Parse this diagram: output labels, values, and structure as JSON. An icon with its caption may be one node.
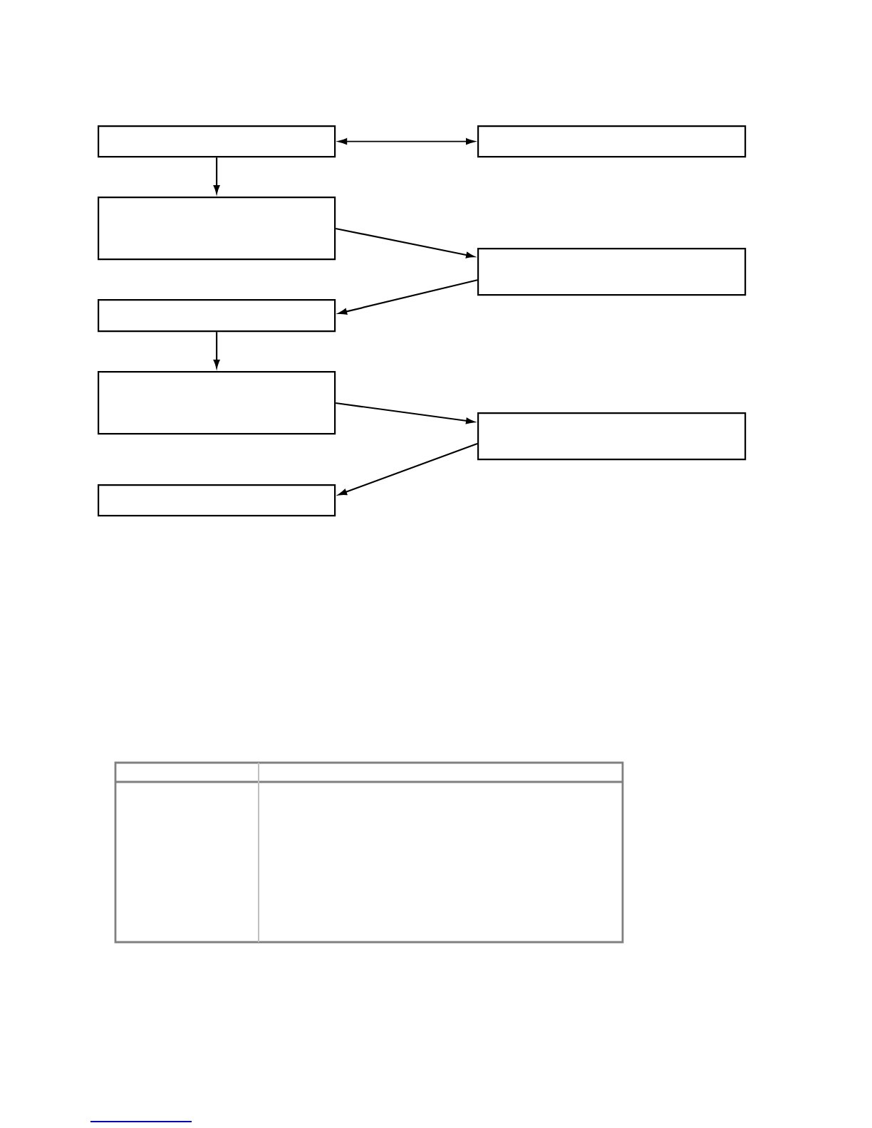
{
  "diagram": {
    "nodes": [
      {
        "text": [],
        "shape": "box"
      },
      {
        "text": [],
        "shape": "box"
      },
      {
        "text": [],
        "shape": "box"
      },
      {
        "text": [],
        "shape": "box"
      },
      {
        "text": [],
        "shape": "box"
      },
      {
        "text": [],
        "shape": "box"
      },
      {
        "text": [],
        "shape": "box"
      },
      {
        "text": [],
        "shape": "box"
      }
    ],
    "edges": [
      {
        "from": 0,
        "to": 1,
        "arrow": "both"
      },
      {
        "from": 0,
        "to": 2,
        "arrow": "to"
      },
      {
        "from": 2,
        "to": 3,
        "arrow": "to"
      },
      {
        "from": 3,
        "to": 4,
        "arrow": "to"
      },
      {
        "from": 4,
        "to": 5,
        "arrow": "to"
      },
      {
        "from": 5,
        "to": 6,
        "arrow": "to"
      },
      {
        "from": 6,
        "to": 7,
        "arrow": "to"
      }
    ]
  }
}
